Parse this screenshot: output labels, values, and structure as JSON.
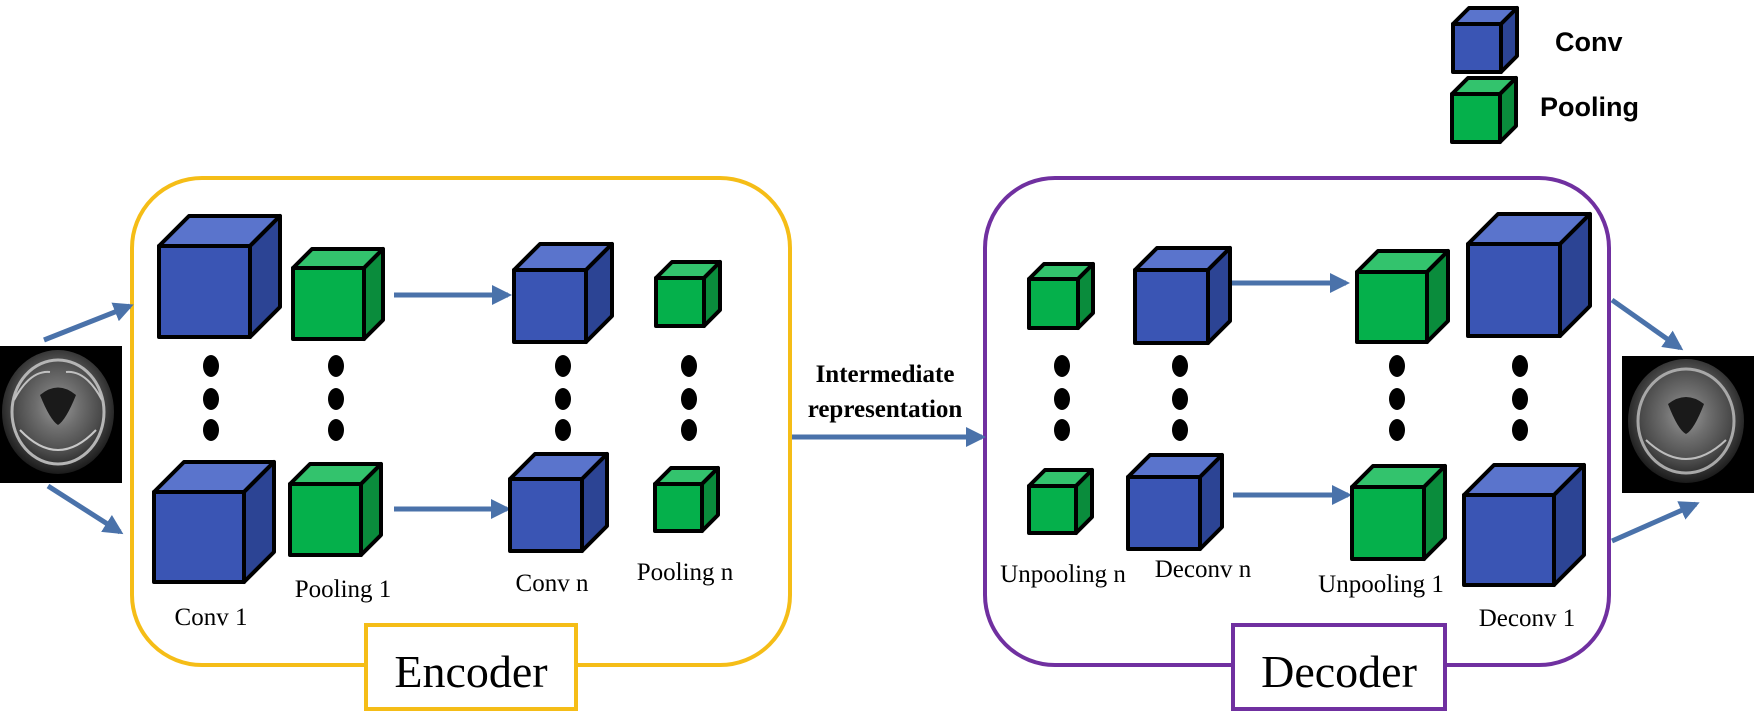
{
  "legend": {
    "conv_label": "Conv",
    "pooling_label": "Pooling"
  },
  "encoder": {
    "title": "Encoder",
    "labels": {
      "conv1": "Conv 1",
      "pooling1": "Pooling 1",
      "convn": "Conv n",
      "poolingn": "Pooling n"
    }
  },
  "decoder": {
    "title": "Decoder",
    "labels": {
      "unpoolingn": "Unpooling n",
      "deconvn": "Deconv n",
      "unpooling1": "Unpooling 1",
      "deconv1": "Deconv 1"
    }
  },
  "middle": {
    "line1": "Intermediate",
    "line2": "representation"
  },
  "colors": {
    "conv_front": "#3a55b4",
    "conv_top": "#5a74cc",
    "conv_side": "#2c4494",
    "pool_front": "#05b04b",
    "pool_top": "#33c36d",
    "pool_side": "#0a8c3c",
    "encoder_border": "#f5bd17",
    "decoder_border": "#7030a0",
    "arrow": "#4a72aa"
  }
}
